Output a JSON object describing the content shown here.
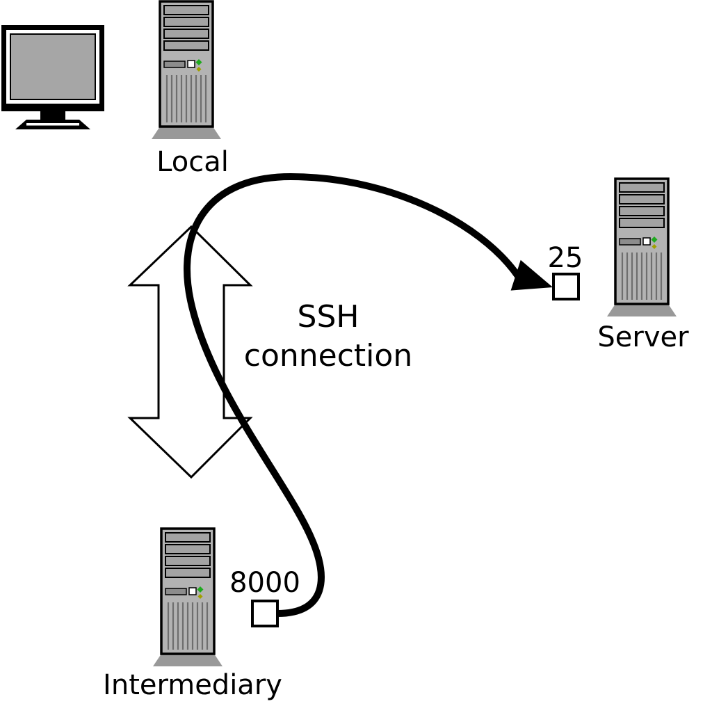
{
  "diagram": {
    "nodes": {
      "local": {
        "label": "Local"
      },
      "server": {
        "label": "Server",
        "port": "25"
      },
      "intermediary": {
        "label": "Intermediary",
        "port": "8000"
      }
    },
    "connection": {
      "line1": "SSH",
      "line2": "connection"
    },
    "colors": {
      "tower_body": "#b3b3b3",
      "tower_bay": "#a3a3a3",
      "tower_base": "#999999",
      "tower_slot": "#8c8c8c",
      "monitor_screen": "#a6a6a6",
      "led_green": "#1faa1f",
      "led_amber": "#a0a000",
      "line": "#000000",
      "shape_fill": "#ffffff"
    }
  }
}
